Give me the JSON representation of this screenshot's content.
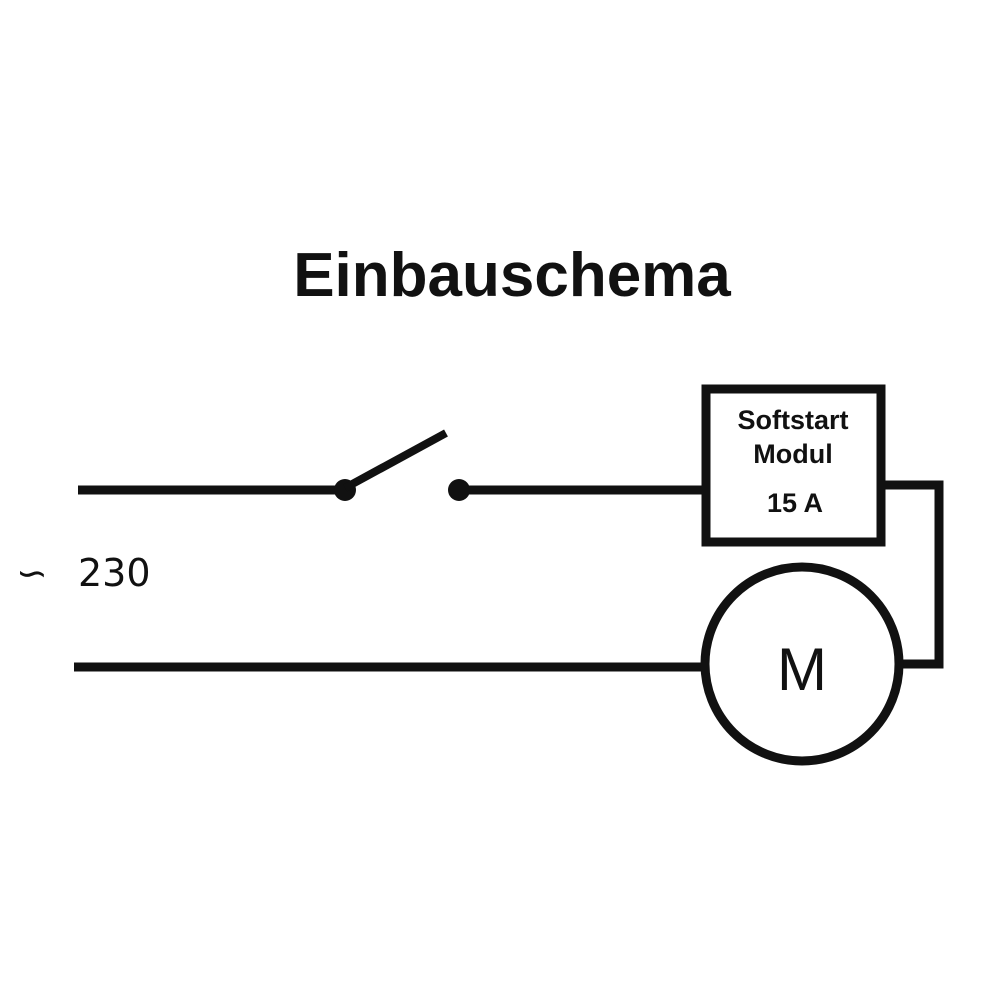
{
  "title": "Einbauschema",
  "supply": {
    "symbol": "∽",
    "voltage": "230"
  },
  "module": {
    "line1": "Softstart",
    "line2": "Modul",
    "rating": "15 A"
  },
  "motor": {
    "label": "M"
  },
  "colors": {
    "line": "#111111",
    "background": "#ffffff"
  }
}
